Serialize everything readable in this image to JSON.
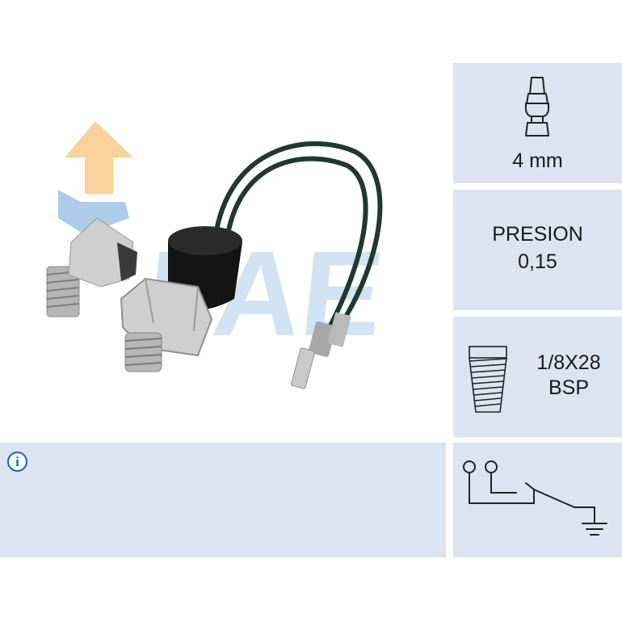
{
  "specs": {
    "connector": {
      "label": "4 mm",
      "icon": "spade-connector-icon"
    },
    "pressure": {
      "label": "PRESION",
      "value": "0,15"
    },
    "thread": {
      "size": "1/8X28",
      "standard": "BSP",
      "icon": "thread-icon"
    }
  },
  "info": {
    "icon": "info-icon",
    "glyph": "i",
    "text": ""
  },
  "circuit": {
    "icon": "switch-circuit-ground-icon"
  },
  "watermark": {
    "icon": "fae-logo-icon"
  },
  "colors": {
    "panel": "#dbe4f0",
    "info_blue": "#1565c0",
    "logo_orange": "#f8c98a",
    "logo_blue": "#9ec3e6",
    "line": "#222222"
  }
}
